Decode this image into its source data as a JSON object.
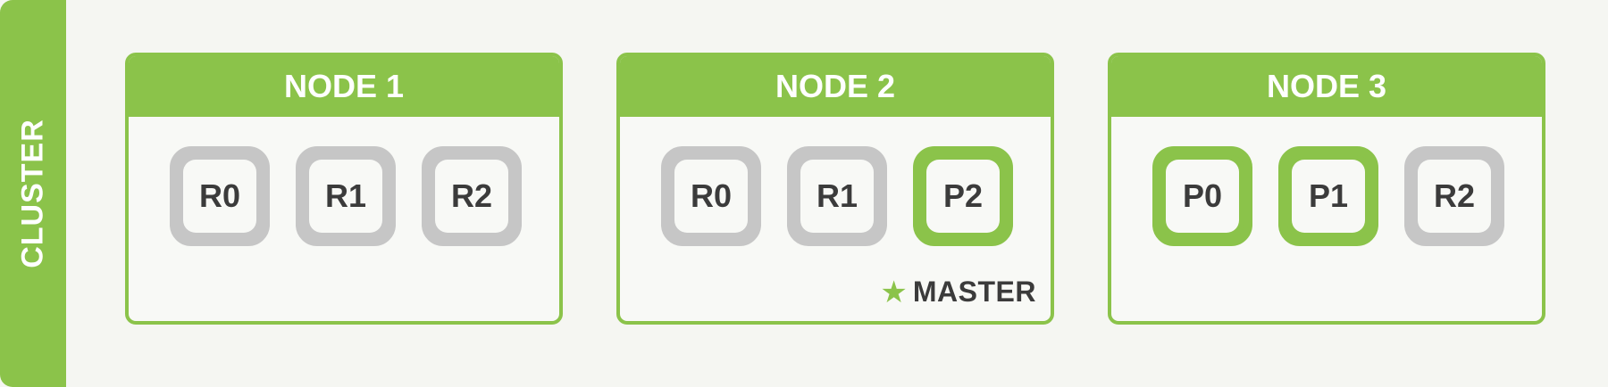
{
  "cluster": {
    "label": "CLUSTER"
  },
  "colors": {
    "primary": "#8bc34a",
    "replica": "#c6c6c6",
    "text": "#3b3b3b"
  },
  "nodes": [
    {
      "title": "NODE 1",
      "shards": [
        {
          "label": "R0",
          "kind": "replica"
        },
        {
          "label": "R1",
          "kind": "replica"
        },
        {
          "label": "R2",
          "kind": "replica"
        }
      ]
    },
    {
      "title": "NODE 2",
      "shards": [
        {
          "label": "R0",
          "kind": "replica"
        },
        {
          "label": "R1",
          "kind": "replica"
        },
        {
          "label": "P2",
          "kind": "primary"
        }
      ],
      "master": {
        "label": "MASTER",
        "icon": "star-icon"
      }
    },
    {
      "title": "NODE 3",
      "shards": [
        {
          "label": "P0",
          "kind": "primary"
        },
        {
          "label": "P1",
          "kind": "primary"
        },
        {
          "label": "R2",
          "kind": "replica"
        }
      ]
    }
  ]
}
